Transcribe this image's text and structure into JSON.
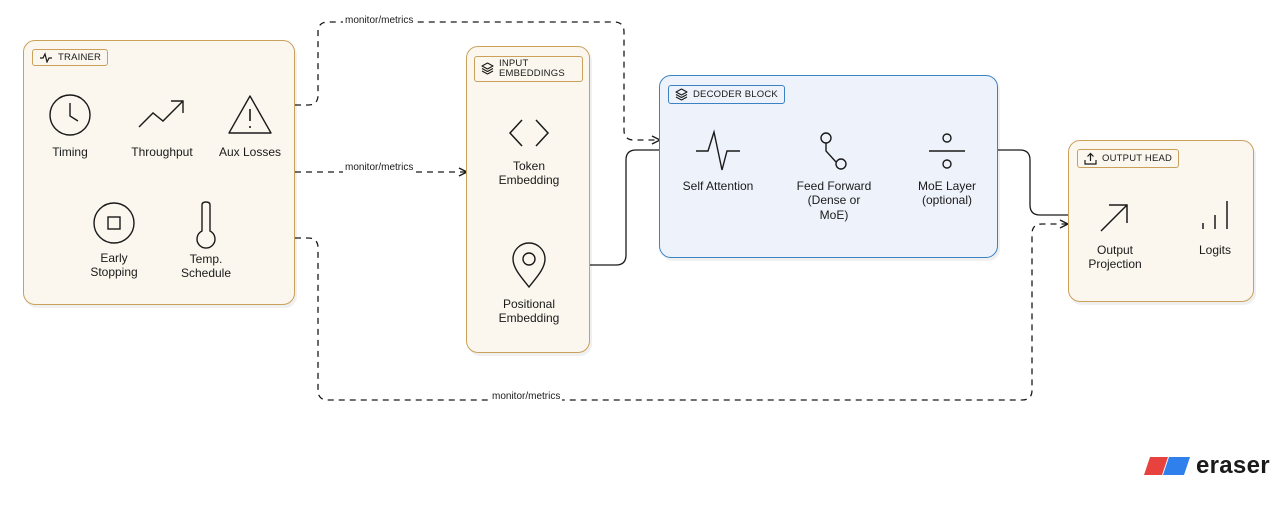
{
  "groups": {
    "trainer": {
      "label": "TRAINER"
    },
    "input_embeddings": {
      "label": "INPUT EMBEDDINGS"
    },
    "decoder_block": {
      "label": "DECODER BLOCK"
    },
    "output_head": {
      "label": "OUTPUT HEAD"
    }
  },
  "nodes": {
    "timing": "Timing",
    "throughput": "Throughput",
    "aux_losses": "Aux Losses",
    "early_stopping": "Early\nStopping",
    "temp_schedule": "Temp.\nSchedule",
    "token_embedding": "Token\nEmbedding",
    "positional_embedding": "Positional\nEmbedding",
    "self_attention": "Self Attention",
    "feed_forward": "Feed Forward\n(Dense or\nMoE)",
    "moe_layer": "MoE Layer\n(optional)",
    "output_projection": "Output\nProjection",
    "logits": "Logits"
  },
  "edges": {
    "monitor_top": "monitor/metrics",
    "monitor_middle": "monitor/metrics",
    "monitor_bottom": "monitor/metrics"
  },
  "brand": {
    "name": "eraser"
  },
  "icons": {
    "timing": "clock-icon",
    "throughput": "trending-up-icon",
    "aux_losses": "warning-icon",
    "early_stopping": "stop-icon",
    "temp_schedule": "thermometer-icon",
    "token_embedding": "code-icon",
    "positional_embedding": "map-pin-icon",
    "self_attention": "activity-icon",
    "feed_forward": "switch-icon",
    "moe_layer": "divide-icon",
    "output_projection": "arrow-up-right-icon",
    "logits": "signal-bars-icon"
  },
  "colors": {
    "group_border": "#c9a15a",
    "group_fill": "#fbf7ee",
    "decoder_border": "#3b82c4",
    "decoder_fill": "#eef3fb",
    "brand_red": "#e8423f",
    "brand_blue": "#2f80ed"
  }
}
